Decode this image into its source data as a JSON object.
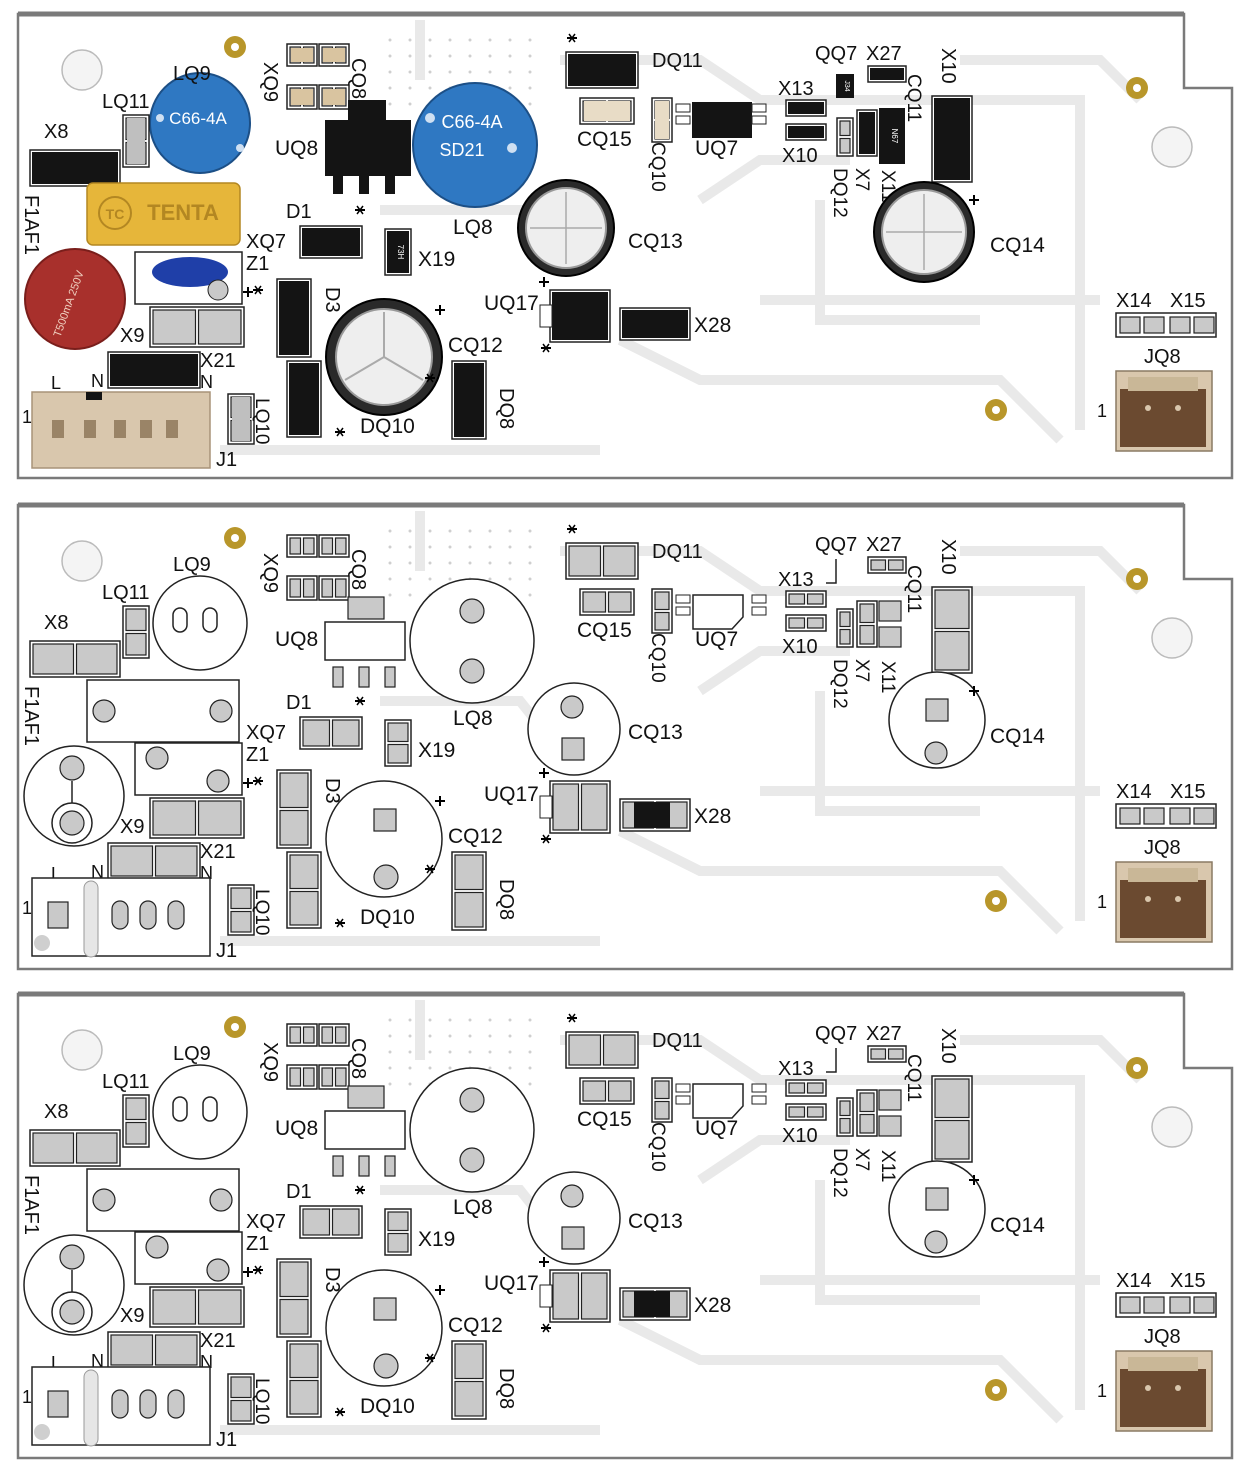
{
  "boards": [
    {
      "variant": "populated",
      "labels": {
        "LQ9": "LQ9",
        "LQ11": "LQ11",
        "XQ9": "XQ9",
        "CQ8": "CQ8",
        "UQ8": "UQ8",
        "X8": "X8",
        "F1AF1": "F1AF1",
        "D1": "D1",
        "XQ7": "XQ7",
        "Z1": "Z1",
        "X19": "X19",
        "D3": "D3",
        "X9": "X9",
        "X21": "X21",
        "L": "L",
        "N1": "N",
        "N2": "N",
        "ONE_LEFT": "1",
        "J1": "J1",
        "LQ10": "LQ10",
        "DQ10": "DQ10",
        "CQ12": "CQ12",
        "DQ8": "DQ8",
        "LQ8": "LQ8",
        "UQ17": "UQ17",
        "X28": "X28",
        "CQ13": "CQ13",
        "DQ11": "DQ11",
        "CQ15": "CQ15",
        "CQ10": "CQ10",
        "UQ7": "UQ7",
        "QQ7": "QQ7",
        "X27": "X27",
        "X13": "X13",
        "X10A": "X10",
        "X10B": "X10",
        "CQ11": "CQ11",
        "X7": "X7",
        "X11": "X11",
        "DQ12": "DQ12",
        "CQ14": "CQ14",
        "X14": "X14",
        "X15": "X15",
        "JQ8": "JQ8",
        "ONE_RIGHT": "1"
      },
      "markings": {
        "inductor1": "C66-4A",
        "inductor2_line1": "C66-4A",
        "inductor2_line2": "SD21",
        "fuse_brand": "TENTA",
        "fuse_logo": "TC",
        "fuse_text": "T500mA 250V",
        "chip_j34": "J34",
        "chip_n67": "N67",
        "chip_x19": "73H"
      }
    },
    {
      "variant": "outline",
      "labels": {
        "LQ9": "LQ9",
        "LQ11": "LQ11",
        "XQ9": "XQ9",
        "CQ8": "CQ8",
        "UQ8": "UQ8",
        "X8": "X8",
        "F1AF1": "F1AF1",
        "D1": "D1",
        "XQ7": "XQ7",
        "Z1": "Z1",
        "X19": "X19",
        "D3": "D3",
        "X9": "X9",
        "X21": "X21",
        "L": "L",
        "N1": "N",
        "N2": "N",
        "ONE_LEFT": "1",
        "J1": "J1",
        "LQ10": "LQ10",
        "DQ10": "DQ10",
        "CQ12": "CQ12",
        "DQ8": "DQ8",
        "LQ8": "LQ8",
        "UQ17": "UQ17",
        "X28": "X28",
        "CQ13": "CQ13",
        "DQ11": "DQ11",
        "CQ15": "CQ15",
        "CQ10": "CQ10",
        "UQ7": "UQ7",
        "QQ7": "QQ7",
        "X27": "X27",
        "X13": "X13",
        "X10A": "X10",
        "X10B": "X10",
        "CQ11": "CQ11",
        "X7": "X7",
        "X11": "X11",
        "DQ12": "DQ12",
        "CQ14": "CQ14",
        "X14": "X14",
        "X15": "X15",
        "JQ8": "JQ8",
        "ONE_RIGHT": "1"
      }
    },
    {
      "variant": "outline",
      "labels": {
        "LQ9": "LQ9",
        "LQ11": "LQ11",
        "XQ9": "XQ9",
        "CQ8": "CQ8",
        "UQ8": "UQ8",
        "X8": "X8",
        "F1AF1": "F1AF1",
        "D1": "D1",
        "XQ7": "XQ7",
        "Z1": "Z1",
        "X19": "X19",
        "D3": "D3",
        "X9": "X9",
        "X21": "X21",
        "L": "L",
        "N1": "N",
        "N2": "N",
        "ONE_LEFT": "1",
        "J1": "J1",
        "LQ10": "LQ10",
        "DQ10": "DQ10",
        "CQ12": "CQ12",
        "DQ8": "DQ8",
        "LQ8": "LQ8",
        "UQ17": "UQ17",
        "X28": "X28",
        "CQ13": "CQ13",
        "DQ11": "DQ11",
        "CQ15": "CQ15",
        "CQ10": "CQ10",
        "UQ7": "UQ7",
        "QQ7": "QQ7",
        "X27": "X27",
        "X13": "X13",
        "X10A": "X10",
        "X10B": "X10",
        "CQ11": "CQ11",
        "X7": "X7",
        "X11": "X11",
        "DQ12": "DQ12",
        "CQ14": "CQ14",
        "X14": "X14",
        "X15": "X15",
        "JQ8": "JQ8",
        "ONE_RIGHT": "1"
      }
    }
  ],
  "colors": {
    "board": "#ffffff",
    "board_edge": "#7a7a7a",
    "trace": "#e9e9e9",
    "pad": "#c9c9c9",
    "pad_stroke": "#222222",
    "component_black": "#141414",
    "inductor_blue": "#2f78c2",
    "fuse_red": "#a8302c",
    "fuse_yellow": "#e6b63a",
    "connector_brown": "#6b4a30",
    "connector_beige": "#d9c7ad",
    "mount_hole_gold": "#b8962a",
    "text": "#111111"
  }
}
